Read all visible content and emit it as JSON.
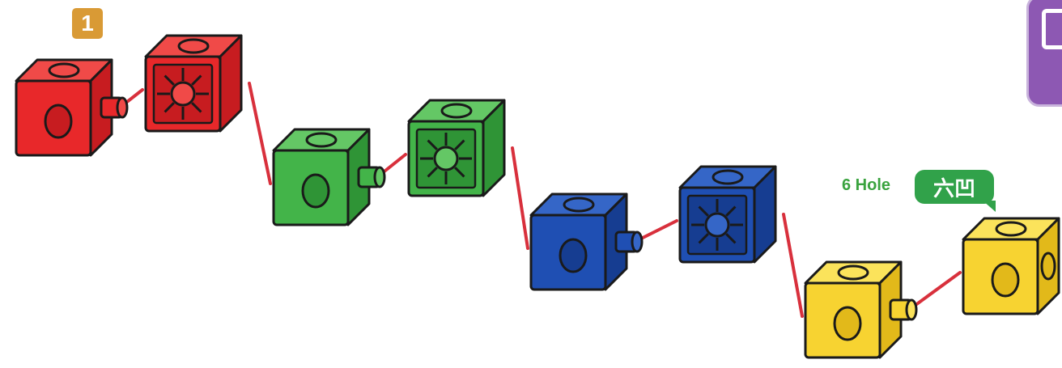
{
  "step": {
    "number": "1",
    "color": "#d99a35"
  },
  "hole_label": {
    "text": "6 Hole",
    "bubble_text": "六凹",
    "color": "#3aa33f",
    "bubble_color": "#31a24a"
  },
  "corner_tab": {
    "color": "#8d58b3",
    "icon": "cube-corner-icon"
  },
  "connector_color": "#d8303c",
  "cubes": [
    {
      "id": "cube-red-1",
      "color": "red",
      "view": "peg"
    },
    {
      "id": "cube-red-2",
      "color": "red",
      "view": "socket"
    },
    {
      "id": "cube-green-1",
      "color": "green",
      "view": "peg"
    },
    {
      "id": "cube-green-2",
      "color": "green",
      "view": "socket"
    },
    {
      "id": "cube-blue-1",
      "color": "blue",
      "view": "peg"
    },
    {
      "id": "cube-blue-2",
      "color": "blue",
      "view": "socket"
    },
    {
      "id": "cube-yellow-1",
      "color": "yellow",
      "view": "peg"
    },
    {
      "id": "cube-yellow-2",
      "color": "yellow",
      "view": "hole"
    }
  ],
  "palette": {
    "red": {
      "front": "#e8282a",
      "side": "#c71c20",
      "top": "#f04a48"
    },
    "green": {
      "front": "#43b449",
      "side": "#2f9436",
      "top": "#64c765"
    },
    "blue": {
      "front": "#1f4fb3",
      "side": "#163d91",
      "top": "#3566c7"
    },
    "yellow": {
      "front": "#f7d331",
      "side": "#e2b91a",
      "top": "#fbe35b"
    }
  }
}
